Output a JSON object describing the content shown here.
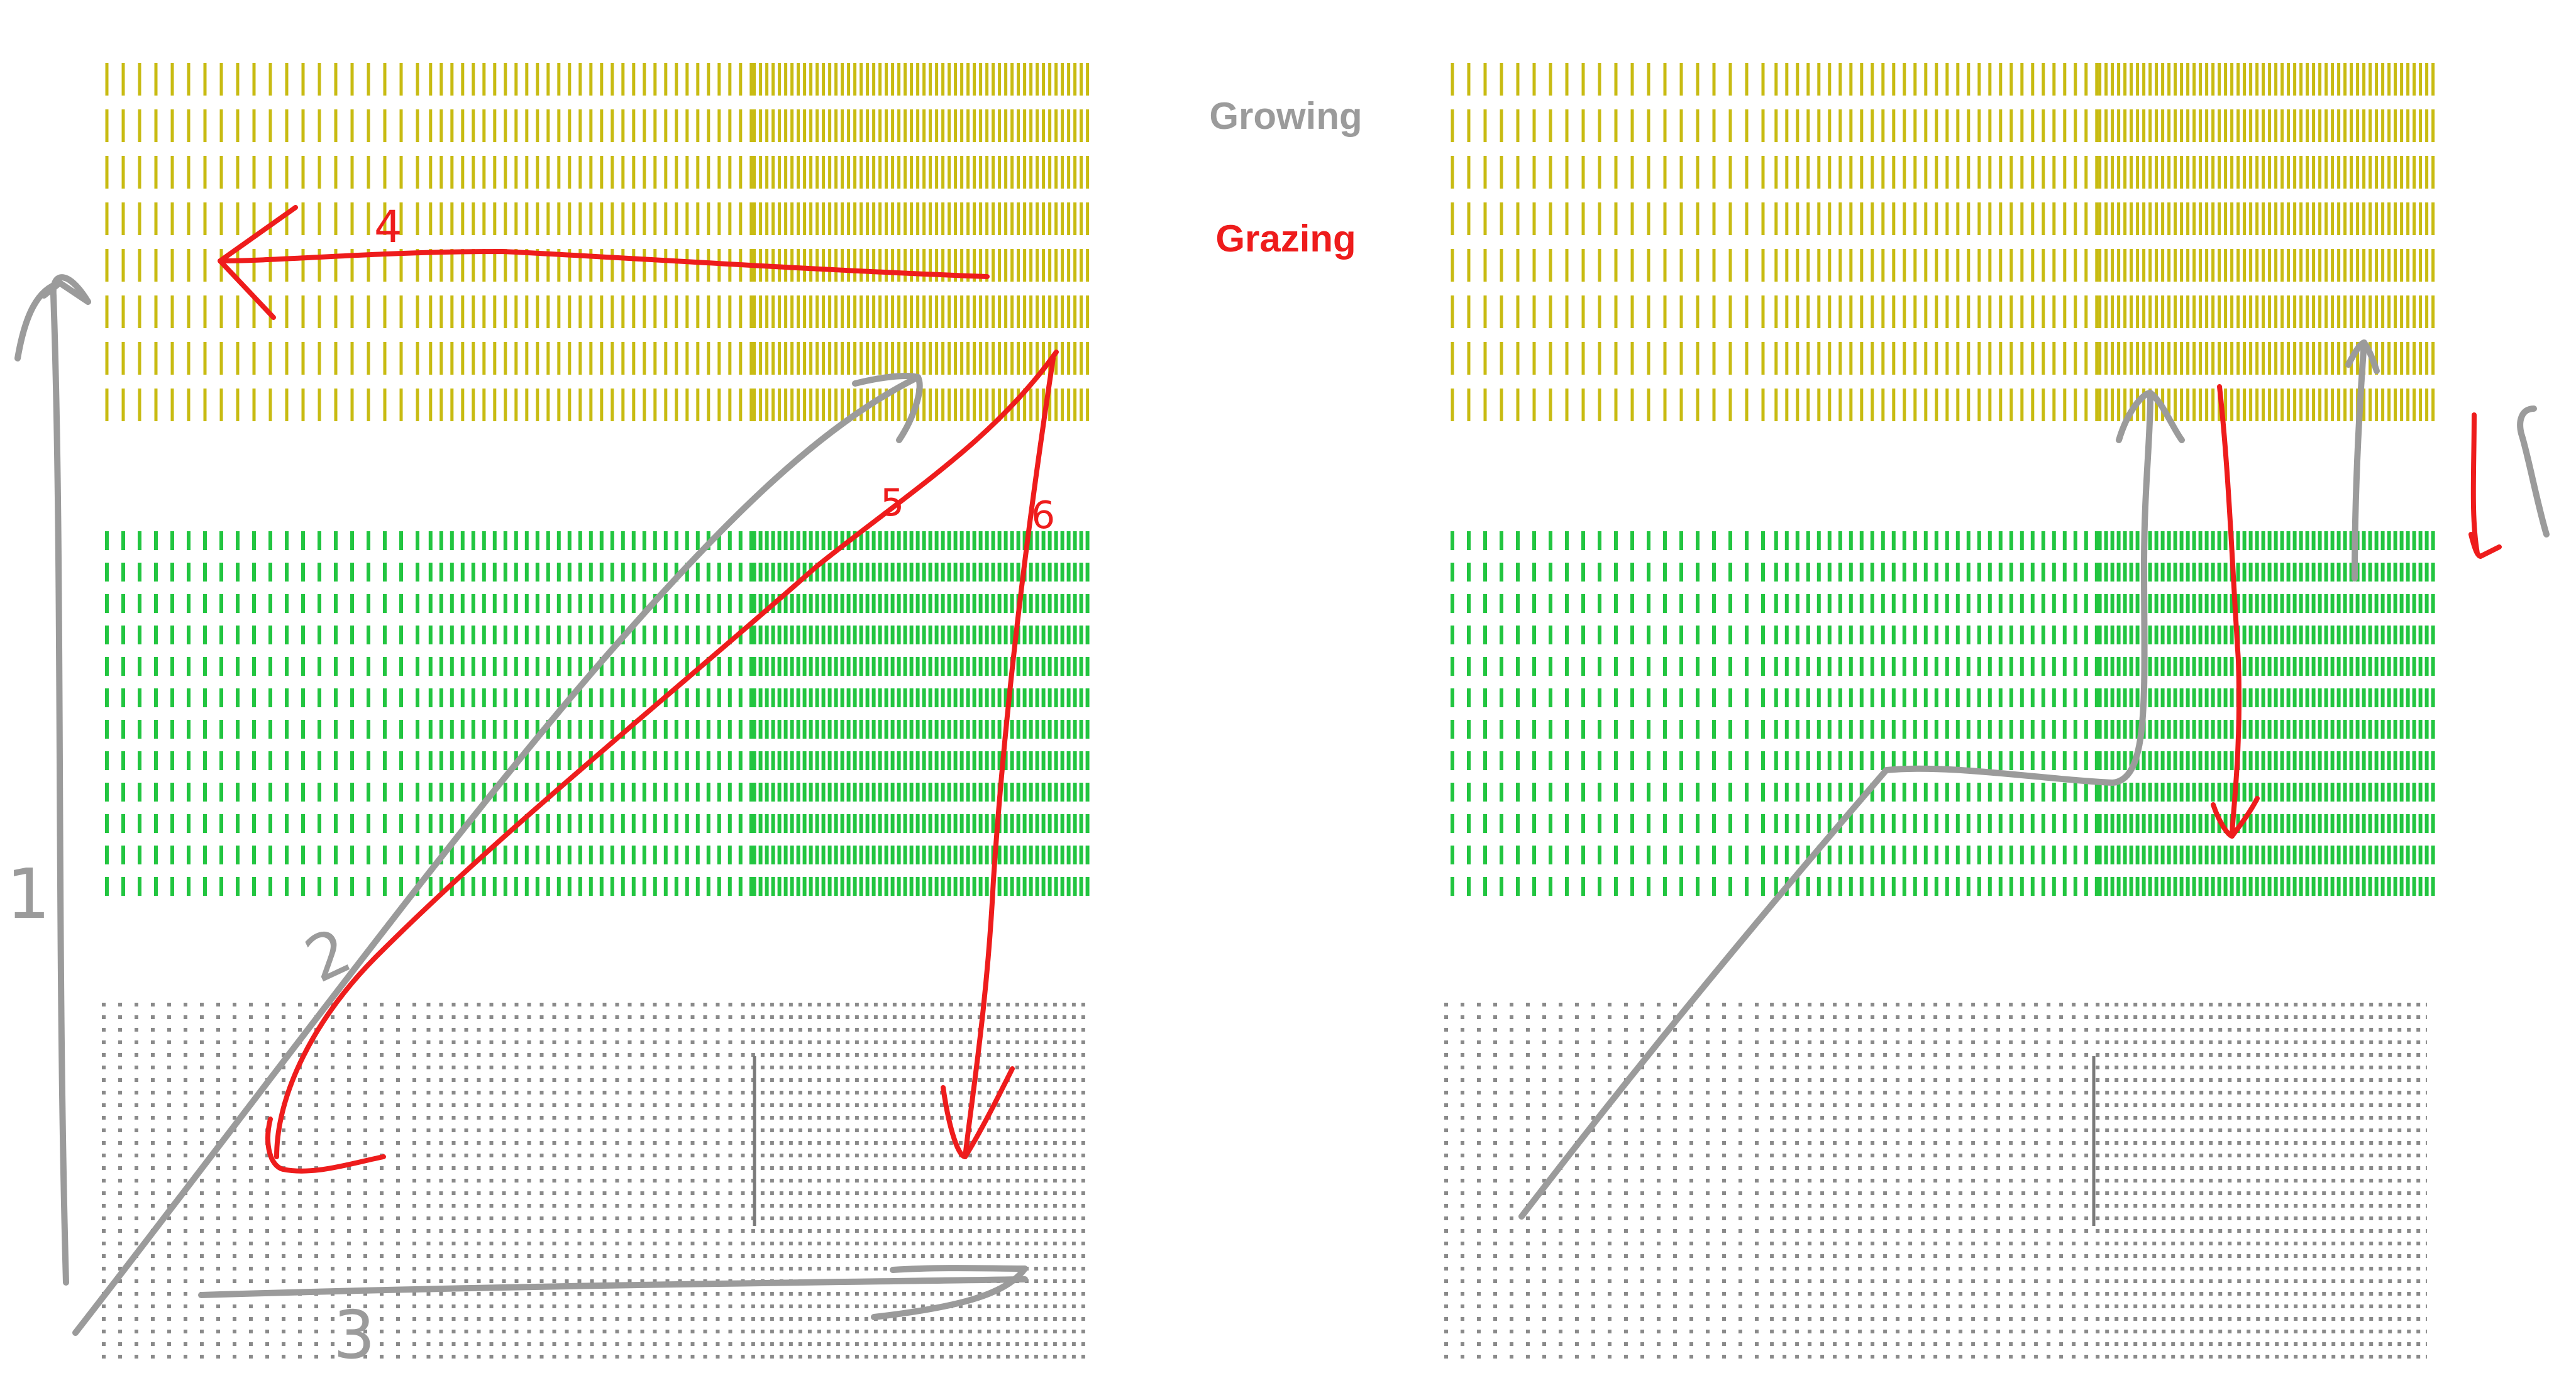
{
  "legend": {
    "growing_label": "Growing",
    "grazing_label": "Grazing",
    "growing_color": "#9b9b9b",
    "grazing_color": "#ee1c1c"
  },
  "band_colors": {
    "mature": "#c8bb12",
    "young": "#22c540",
    "bare": "#8a8a8a"
  },
  "left_panel": {
    "step_labels": [
      "1",
      "2",
      "3",
      "4",
      "5",
      "6"
    ]
  },
  "right_panel": {
    "step_labels": []
  }
}
